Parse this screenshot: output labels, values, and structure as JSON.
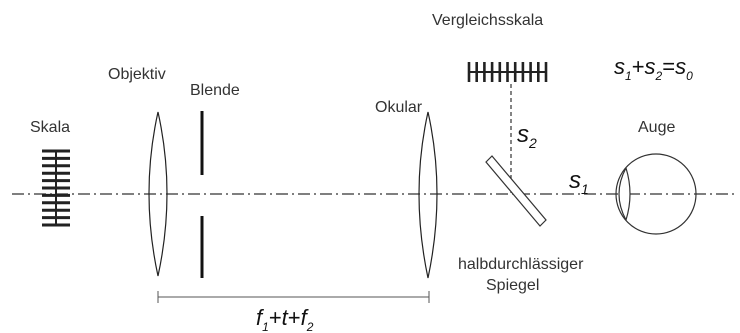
{
  "labels": {
    "skala": "Skala",
    "objektiv": "Objektiv",
    "blende": "Blende",
    "okular": "Okular",
    "vergleichsskala": "Vergleichsskala",
    "auge": "Auge",
    "spiegel_line1": "halbdurchlässiger",
    "spiegel_line2": "Spiegel"
  },
  "symbols": {
    "s1": {
      "base": "s",
      "sub": "1"
    },
    "s2": {
      "base": "s",
      "sub": "2"
    }
  },
  "equation": {
    "s1": "s",
    "s1_sub": "1",
    "plus_before": "+",
    "s2": "s",
    "s2_sub": "2",
    "equals": "=",
    "s0": "s",
    "s0_sub": "0"
  },
  "dimension": {
    "f1": "f",
    "f1_sub": "1",
    "plus1": "+",
    "t": "t",
    "plus2": "+",
    "f2": "f",
    "f2_sub": "2"
  },
  "colors": {
    "line": "#222222",
    "text": "#333333"
  }
}
